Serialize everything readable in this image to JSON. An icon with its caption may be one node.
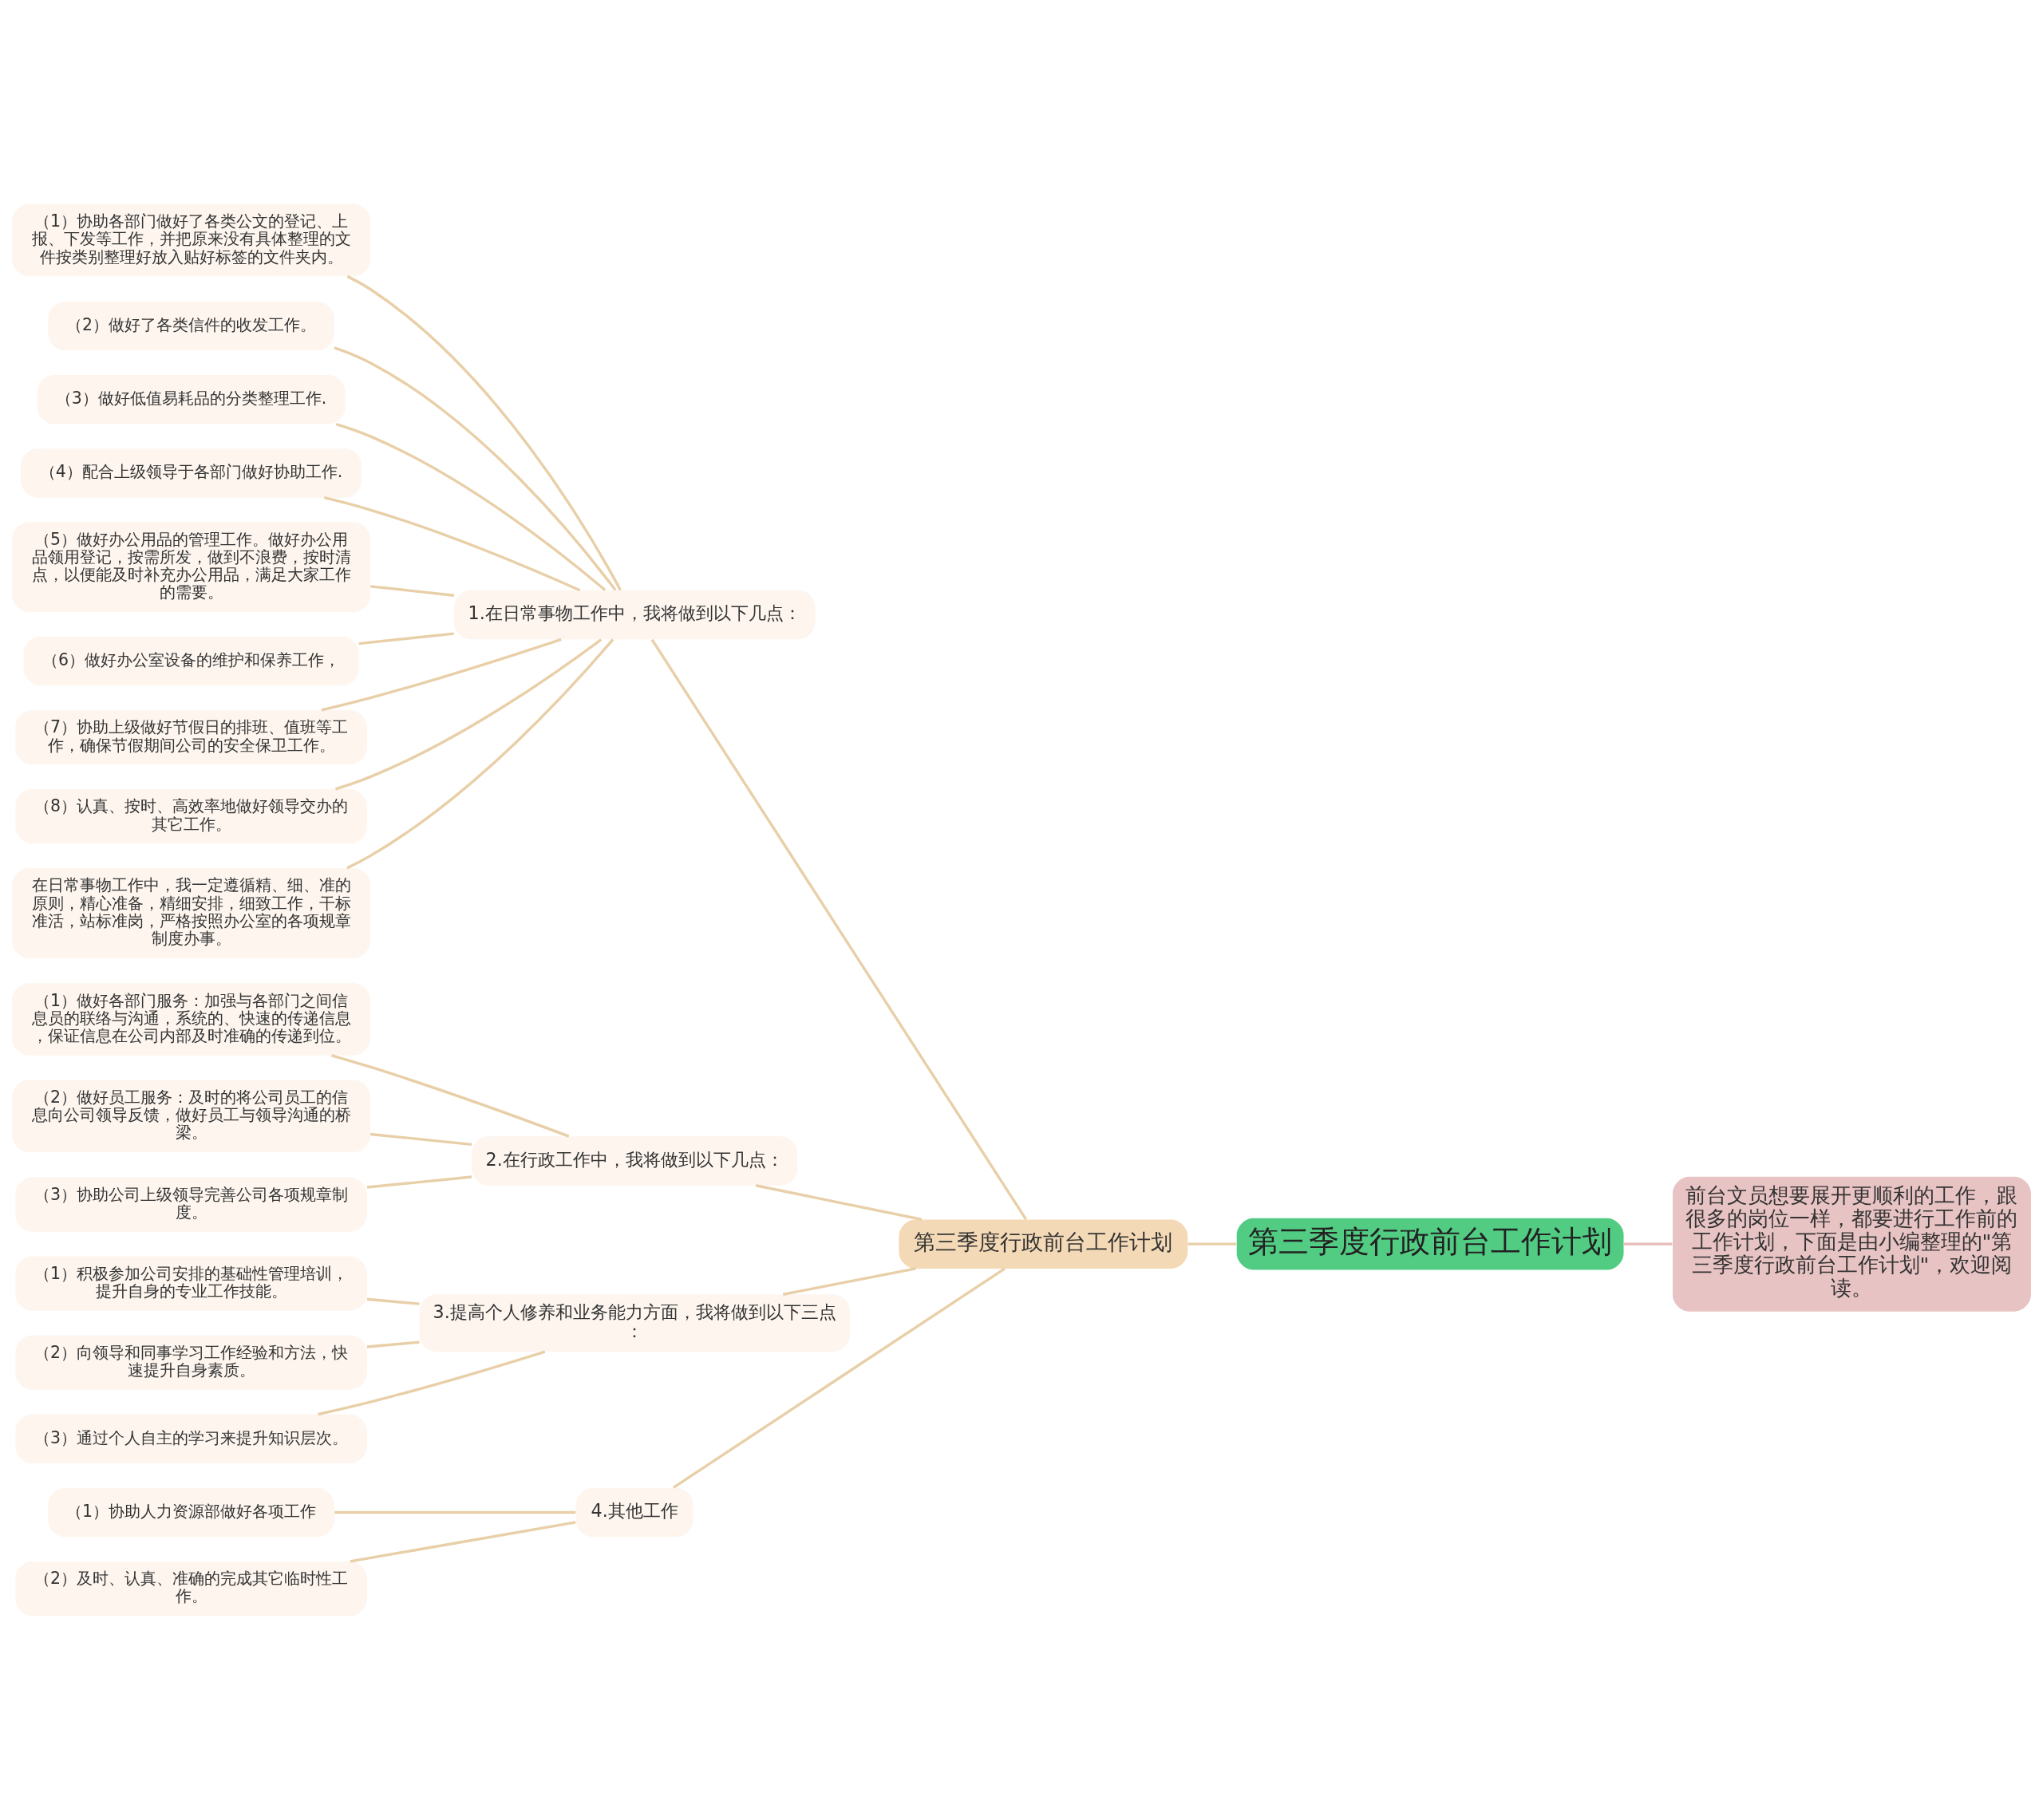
{
  "diagram": {
    "nodes": [
      {
        "text": [
          "第三季度行政前台工作计划"
        ]
      },
      {
        "text": [
          "前台文员想要展开更顺利的工作，跟很多的岗位一样，都要进行工作前的工作计划，下面是由小编整理的\"第三季度行政前台工作计划\"，欢迎阅读。"
        ]
      },
      {
        "text": [
          "第三季度行政前台工作计划"
        ]
      },
      {
        "text": [
          "1.在日常事物工作中，我将做到以下几点："
        ]
      },
      {
        "text": [
          "（1）协助各部门做好了各类公文的登记、上报、下发等工作，并把原来没有具体整理的文件按类别整理好放入贴好标签的文件夹内。"
        ]
      },
      {
        "text": [
          "（2）做好了各类信件的收发工作。"
        ]
      },
      {
        "text": [
          "（3）做好低值易耗品的分类整理工作."
        ]
      },
      {
        "text": [
          "（4）配合上级领导于各部门做好协助工作."
        ]
      },
      {
        "text": [
          "（5）做好办公用品的管理工作。做好办公用品领用登记，按需所发，做到不浪费，按时清点，以便能及时补充办公用品，满足大家工作的需要。"
        ]
      },
      {
        "text": [
          "（6）做好办公室设备的维护和保养工作，"
        ]
      },
      {
        "text": [
          "（7）协助上级做好节假日的排班、值班等工作，确保节假期间公司的安全保卫工作。"
        ]
      },
      {
        "text": [
          "（8）认真、按时、高效率地做好领导交办的其它工作。"
        ]
      },
      {
        "text": [
          "在日常事物工作中，我一定遵循精、细、准的原则，精心准备，精细安排，细致工作，干标准活，站标准岗，严格按照办公室的各项规章制度办事。"
        ]
      },
      {
        "text": [
          "2.在行政工作中，我将做到以下几点："
        ]
      },
      {
        "text": [
          "（1）做好各部门服务：加强与各部门之间信息员的联络与沟通，系统的、快速的传递信息，保证信息在公司内部及时准确的传递到位。"
        ]
      },
      {
        "text": [
          "（2）做好员工服务：及时的将公司员工的信息向公司领导反馈，做好员工与领导沟通的桥梁。"
        ]
      },
      {
        "text": [
          "（3）协助公司上级领导完善公司各项规章制度。"
        ]
      },
      {
        "text": [
          "3.提高个人修养和业务能力方面，我将做到以下三点："
        ]
      },
      {
        "text": [
          "（1）积极参加公司安排的基础性管理培训，提升自身的专业工作技能。"
        ]
      },
      {
        "text": [
          "（2）向领导和同事学习工作经验和方法，快速提升自身素质。"
        ]
      },
      {
        "text": [
          "（3）通过个人自主的学习来提升知识层次。"
        ]
      },
      {
        "text": [
          "4.其他工作"
        ]
      },
      {
        "text": [
          "（1）协助人力资源部做好各项工作"
        ]
      },
      {
        "text": [
          "（2）及时、认真、准确的完成其它临时性工作。"
        ]
      }
    ],
    "edges": [
      {
        "from": 0,
        "to": 1,
        "arrow": "none",
        "color": "#e8bcbc"
      },
      {
        "from": 0,
        "to": 2,
        "arrow": "none"
      },
      {
        "from": 2,
        "to": 3,
        "arrow": "none"
      },
      {
        "from": 3,
        "to": 4,
        "arrow": "none"
      },
      {
        "from": 3,
        "to": 5,
        "arrow": "none"
      },
      {
        "from": 3,
        "to": 6,
        "arrow": "none"
      },
      {
        "from": 3,
        "to": 7,
        "arrow": "none"
      },
      {
        "from": 3,
        "to": 8,
        "arrow": "none"
      },
      {
        "from": 3,
        "to": 9,
        "arrow": "none"
      },
      {
        "from": 3,
        "to": 10,
        "arrow": "none"
      },
      {
        "from": 3,
        "to": 11,
        "arrow": "none"
      },
      {
        "from": 3,
        "to": 12,
        "arrow": "none"
      },
      {
        "from": 2,
        "to": 13,
        "arrow": "none"
      },
      {
        "from": 13,
        "to": 14,
        "arrow": "none"
      },
      {
        "from": 13,
        "to": 15,
        "arrow": "none"
      },
      {
        "from": 13,
        "to": 16,
        "arrow": "none"
      },
      {
        "from": 2,
        "to": 17,
        "arrow": "none"
      },
      {
        "from": 17,
        "to": 18,
        "arrow": "none"
      },
      {
        "from": 17,
        "to": 19,
        "arrow": "none"
      },
      {
        "from": 17,
        "to": 20,
        "arrow": "none"
      },
      {
        "from": 2,
        "to": 21,
        "arrow": "none"
      },
      {
        "from": 21,
        "to": 22,
        "arrow": "none"
      },
      {
        "from": 21,
        "to": 23,
        "arrow": "none"
      }
    ]
  }
}
